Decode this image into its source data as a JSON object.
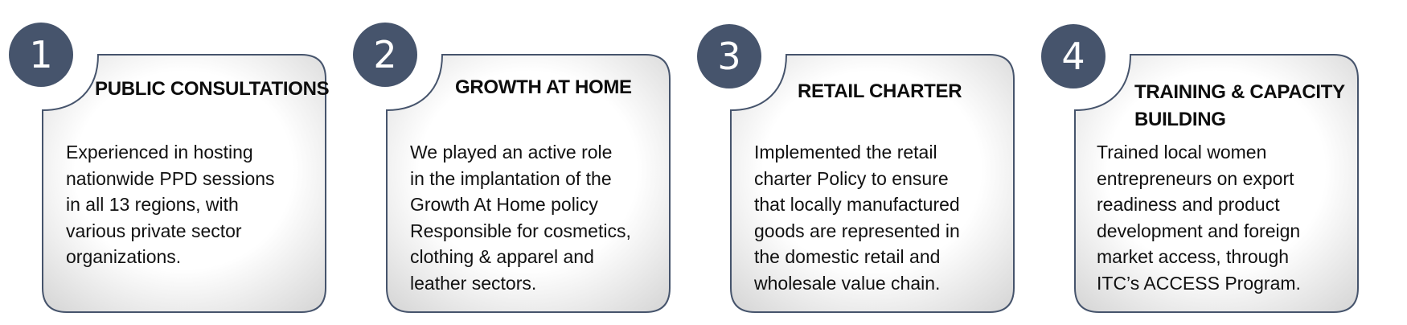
{
  "colors": {
    "circle": "#46546c",
    "card_border": "#46546c",
    "card_fill": "#ffffff",
    "card_shade": "#d9d9d9"
  },
  "cards": [
    {
      "number": "1",
      "title": "PUBLIC CONSULTATIONS",
      "body": "Experienced in hosting\nnationwide PPD sessions\nin all 13 regions, with\nvarious private sector\norganizations."
    },
    {
      "number": "2",
      "title": "GROWTH AT HOME",
      "body": "We played an active role\nin the implantation of the\nGrowth At Home policy\nResponsible for cosmetics,\nclothing & apparel and\nleather sectors."
    },
    {
      "number": "3",
      "title": "RETAIL CHARTER",
      "body": "Implemented the retail\ncharter Policy to ensure\nthat locally manufactured\ngoods are represented in\nthe domestic retail and\nwholesale value chain."
    },
    {
      "number": "4",
      "title": "TRAINING & CAPACITY\nBUILDING",
      "body": "Trained local women\nentrepreneurs on export\nreadiness and product\ndevelopment and foreign\nmarket access, through\nITC’s ACCESS Program."
    }
  ]
}
